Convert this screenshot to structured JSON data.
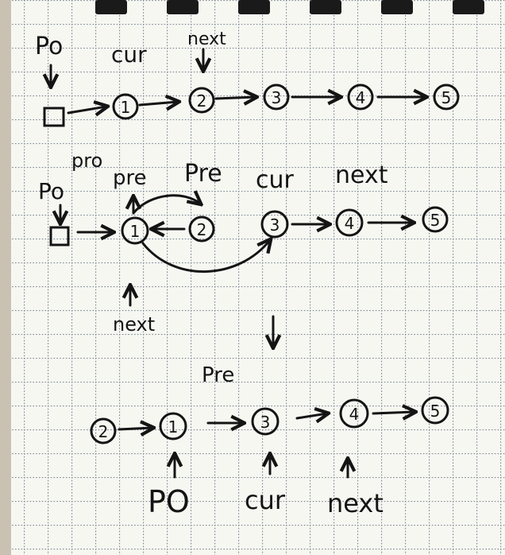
{
  "diagram": {
    "step1": {
      "labels": {
        "p0": "Po",
        "cur": "cur",
        "next": "next"
      },
      "nodes": [
        "1",
        "2",
        "3",
        "4",
        "5"
      ]
    },
    "step2": {
      "labels": {
        "pro": "pro",
        "p0": "Po",
        "pre_left": "pre",
        "pre_right": "Pre",
        "cur": "cur",
        "next_top": "next",
        "next_bottom": "next"
      },
      "nodes": [
        "1",
        "2",
        "3",
        "4",
        "5"
      ]
    },
    "step3": {
      "labels": {
        "pre": "Pre",
        "p0": "PO",
        "cur": "cur",
        "next": "next"
      },
      "nodes": [
        "2",
        "1",
        "3",
        "4",
        "5"
      ]
    }
  },
  "colors": {
    "ink": "#141414",
    "paper": "#f7f7f2",
    "grid": "#7c8a95",
    "binding": "#1a1a1a",
    "margin_edge": "#c9c2b2"
  }
}
